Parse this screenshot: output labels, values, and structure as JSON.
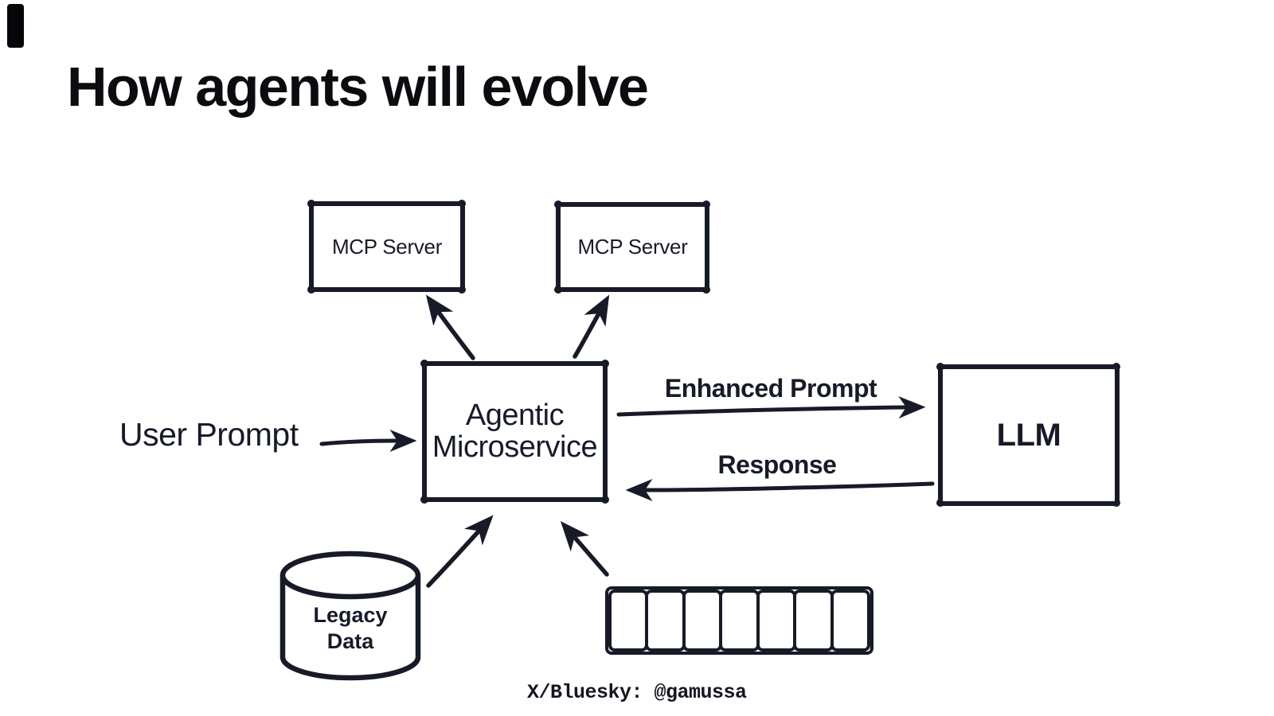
{
  "slide": {
    "title": "How agents will evolve",
    "footer": "X/Bluesky: @gamussa"
  },
  "colors": {
    "ink": "#171b28",
    "title": "#0b0b10",
    "background": "#ffffff"
  },
  "nodes": {
    "mcp_server_left": {
      "label": "MCP Server"
    },
    "mcp_server_right": {
      "label": "MCP Server"
    },
    "agentic_microservice": {
      "label_line1": "Agentic",
      "label_line2": "Microservice"
    },
    "llm": {
      "label": "LLM"
    },
    "legacy_data": {
      "label_line1": "Legacy",
      "label_line2": "Data"
    },
    "event_queue": {
      "cells": 7
    }
  },
  "labels": {
    "user_prompt": "User Prompt",
    "enhanced_prompt": "Enhanced Prompt",
    "response": "Response"
  }
}
